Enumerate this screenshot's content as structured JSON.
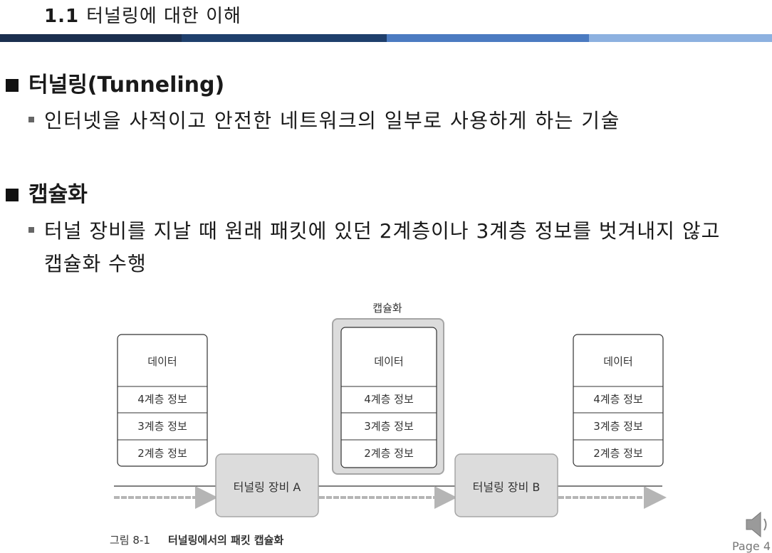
{
  "slide": {
    "section_num": "1.1",
    "section_title": "터널링에 대한 이해",
    "page_label": "Page 4"
  },
  "topics": [
    {
      "heading": "터널링(Tunneling)",
      "bullets": [
        {
          "line1": "인터넷을 사적이고 안전한 네트워크의 일부로 사용하게 하는 기술"
        }
      ]
    },
    {
      "heading": "캡슐화",
      "bullets": [
        {
          "line1": "터널 장비를 지날 때 원래 패킷에 있던 2계층이나 3계층 정보를 벗겨내지 않고",
          "line2": "캡슐화 수행"
        }
      ]
    }
  ],
  "diagram": {
    "encap_label": "캡슐화",
    "stacks": [
      {
        "data": "데이터",
        "l4": "4계층 정보",
        "l3": "3계층 정보",
        "l2": "2계층 정보"
      },
      {
        "data": "데이터",
        "l4": "4계층 정보",
        "l3": "3계층 정보",
        "l2": "2계층 정보"
      },
      {
        "data": "데이터",
        "l4": "4계층 정보",
        "l3": "3계층 정보",
        "l2": "2계층 정보"
      }
    ],
    "device_a": "터널링 장비 A",
    "device_b": "터널링 장비 B",
    "caption_num": "그림 8-1",
    "caption_text": "터널링에서의 패킷 캡슐화"
  },
  "icons": {
    "speaker": "speaker-icon"
  }
}
